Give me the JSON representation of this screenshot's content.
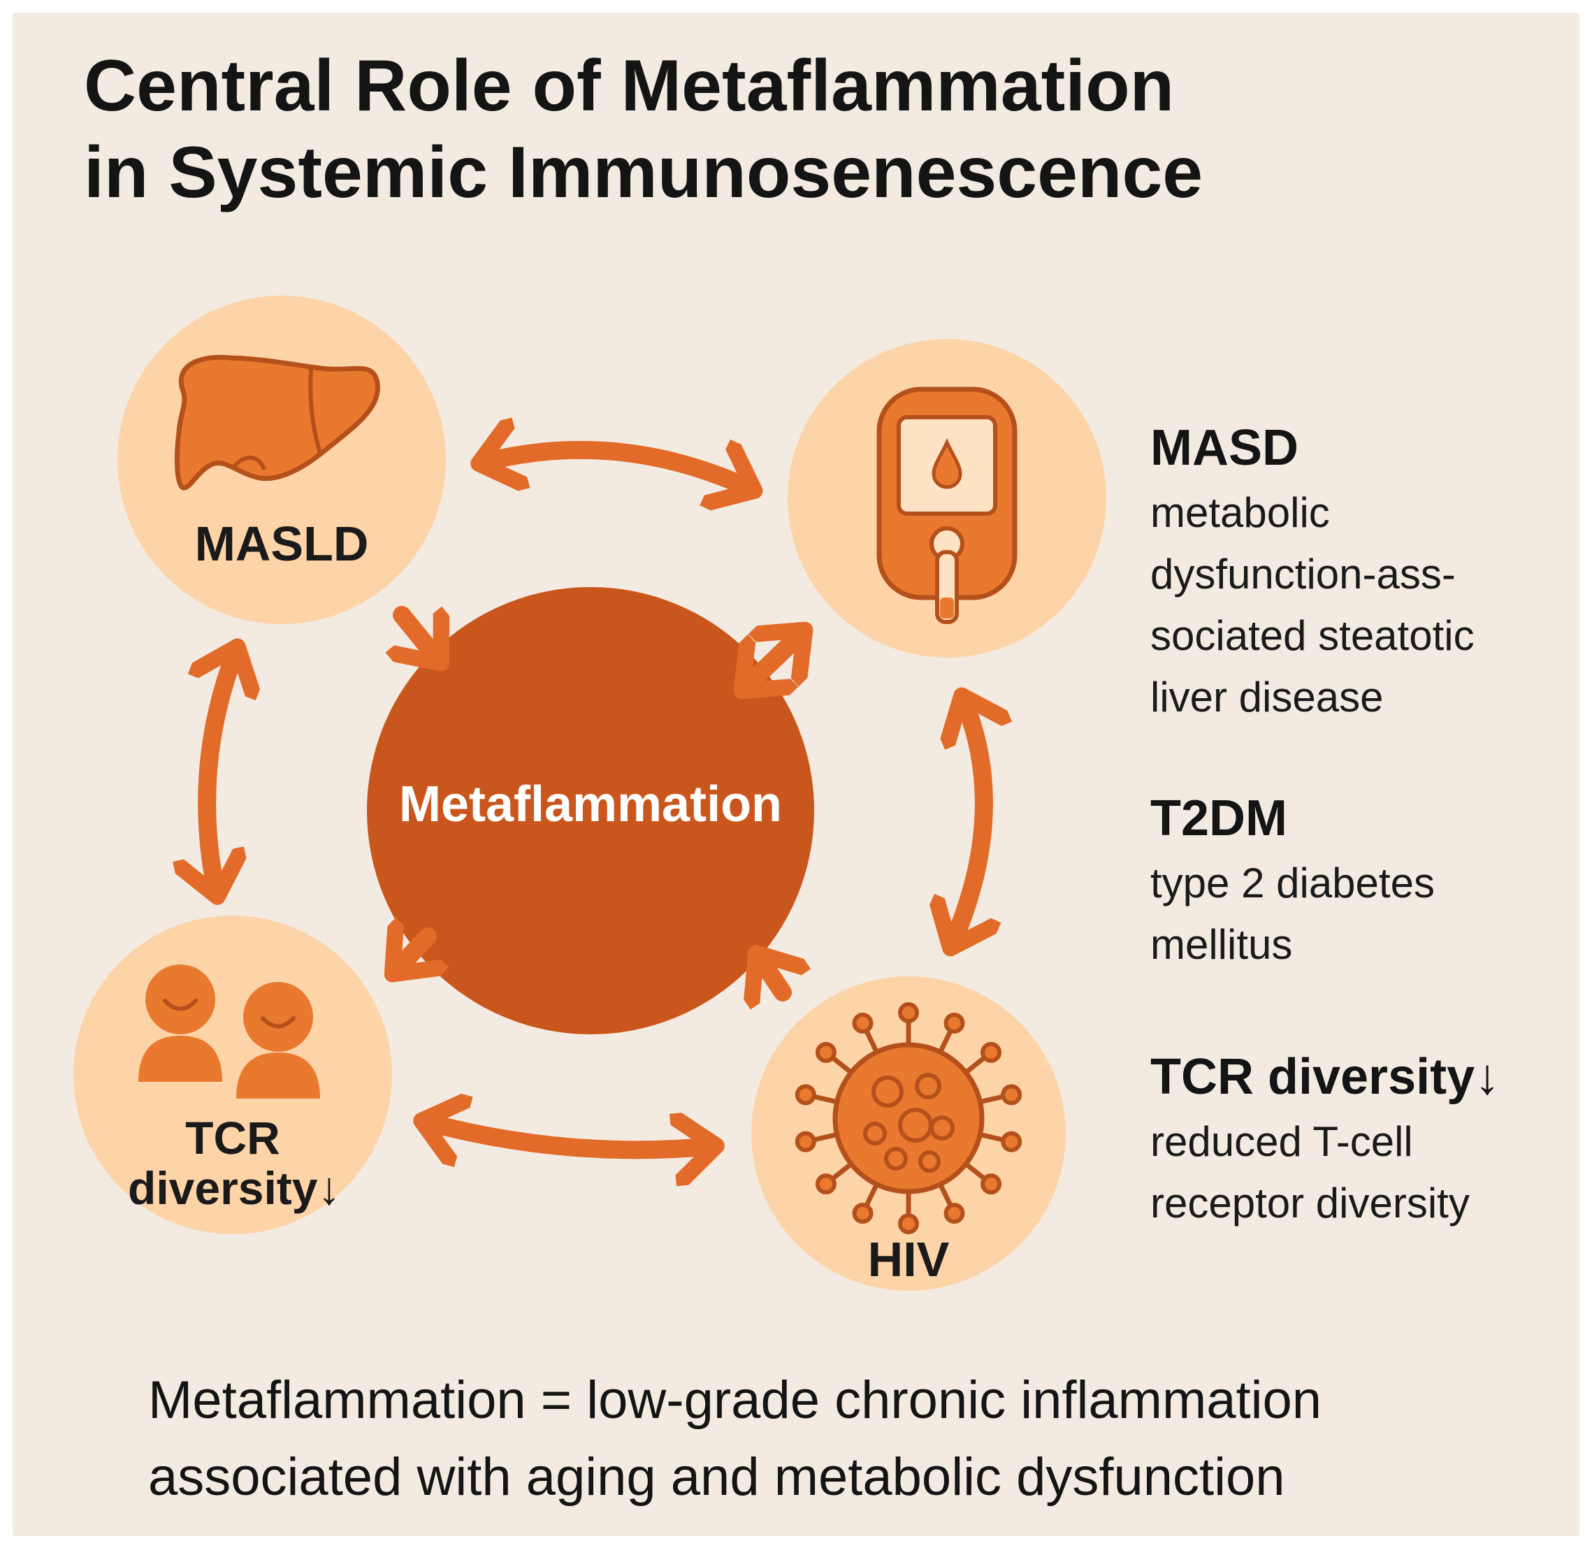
{
  "title": {
    "line1": "Central Role of Metaflammation",
    "line2": "in Systemic Immunosenescence"
  },
  "center": {
    "label": "Metaflammation"
  },
  "nodes": {
    "masld": {
      "label": "MASLD",
      "icon": "liver-icon"
    },
    "t2dm": {
      "label": "",
      "icon": "glucose-meter-icon"
    },
    "tcr": {
      "label_line1": "TCR",
      "label_line2": "diversity↓",
      "icon": "people-icon"
    },
    "hiv": {
      "label": "HIV",
      "icon": "virus-icon"
    }
  },
  "legend": [
    {
      "term": "MASD",
      "lines": [
        "metabolic",
        "dysfunction-ass-",
        "sociated steatotic",
        "liver disease"
      ]
    },
    {
      "term": "T2DM",
      "lines": [
        "type 2 diabetes",
        "mellitus"
      ]
    },
    {
      "term": "TCR diversity↓",
      "lines": [
        "reduced T-cell",
        "receptor diversity"
      ]
    }
  ],
  "footer": {
    "line1": "Metaflammation = low-grade chronic inflammation",
    "line2": "associated with aging and metabolic dysfunction"
  },
  "colors": {
    "background": "#f3ebe1",
    "node_fill": "#fdd4a8",
    "center_fill": "#c9561c",
    "arrow": "#e26b2a",
    "icon_fill": "#e9792f",
    "icon_stroke": "#b4501b"
  }
}
